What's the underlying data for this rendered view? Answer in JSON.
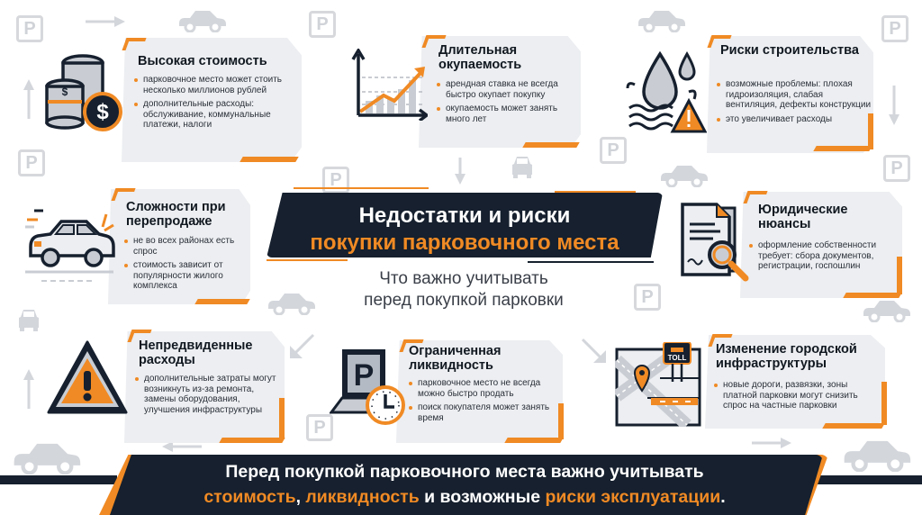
{
  "colors": {
    "accent": "#f08a24",
    "dark_navy": "#16202e",
    "panel_bg": "#eceef1",
    "background": "#ffffff",
    "bg_icon_gray": "#d3d6db"
  },
  "header": {
    "title_line1": "Недостатки и риски",
    "title_line2": "покупки парковочного места",
    "subtitle_line1": "Что важно учитывать",
    "subtitle_line2": "перед покупкой парковки"
  },
  "cards": [
    {
      "id": "high-cost",
      "icon": "coins-dollar-icon",
      "title": "Высокая стоимость",
      "bullets": [
        "парковочное место может стоить несколько миллионов рублей",
        "дополнительные расходы: обслуживание, коммунальные платежи, налоги"
      ]
    },
    {
      "id": "long-payback",
      "icon": "growth-chart-icon",
      "title": "Длительная окупаемость",
      "bullets": [
        "арендная ставка не всегда быстро окупает покупку",
        "окупаемость может занять много лет"
      ]
    },
    {
      "id": "construction-risks",
      "icon": "water-leak-warning-icon",
      "title": "Риски строительства",
      "bullets": [
        "возможные проблемы: плохая гидроизоляция, слабая вентиляция, дефекты конструкции",
        "это увеличивает расходы"
      ]
    },
    {
      "id": "resale-difficulty",
      "icon": "moving-car-icon",
      "title": "Сложности при перепродаже",
      "bullets": [
        "не во всех районах есть спрос",
        "стоимость зависит от популярности жилого комплекса"
      ]
    },
    {
      "id": "legal-nuances",
      "icon": "document-magnifier-icon",
      "title": "Юридические нюансы",
      "bullets": [
        "оформление собственности требует: сбора документов, регистрации, госпошлин"
      ]
    },
    {
      "id": "unexpected-costs",
      "icon": "warning-triangle-icon",
      "title": "Непредвиденные расходы",
      "bullets": [
        "дополнительные затраты могут возникнуть из-за ремонта, замены оборудования, улучшения инфраструктуры"
      ]
    },
    {
      "id": "limited-liquidity",
      "icon": "parking-clock-icon",
      "title": "Ограниченная ликвидность",
      "bullets": [
        "парковочное место не всегда можно быстро продать",
        "поиск покупателя может занять время"
      ]
    },
    {
      "id": "city-infrastructure",
      "icon": "city-map-toll-icon",
      "title": "Изменение городской инфраструктуры",
      "icon_label": "TOLL",
      "bullets": [
        "новые дороги, развязки, зоны платной парковки могут снизить спрос на частные парковки"
      ]
    }
  ],
  "footer": {
    "line1": "Перед покупкой парковочного места важно учитывать",
    "line2_parts": {
      "hl1": "стоимость",
      "sep1": ", ",
      "hl2": "ликвидность",
      "mid": " и возможные ",
      "hl3": "риски эксплуатации",
      "end": "."
    }
  },
  "background_icons": {
    "parking_sign_letter": "P"
  }
}
